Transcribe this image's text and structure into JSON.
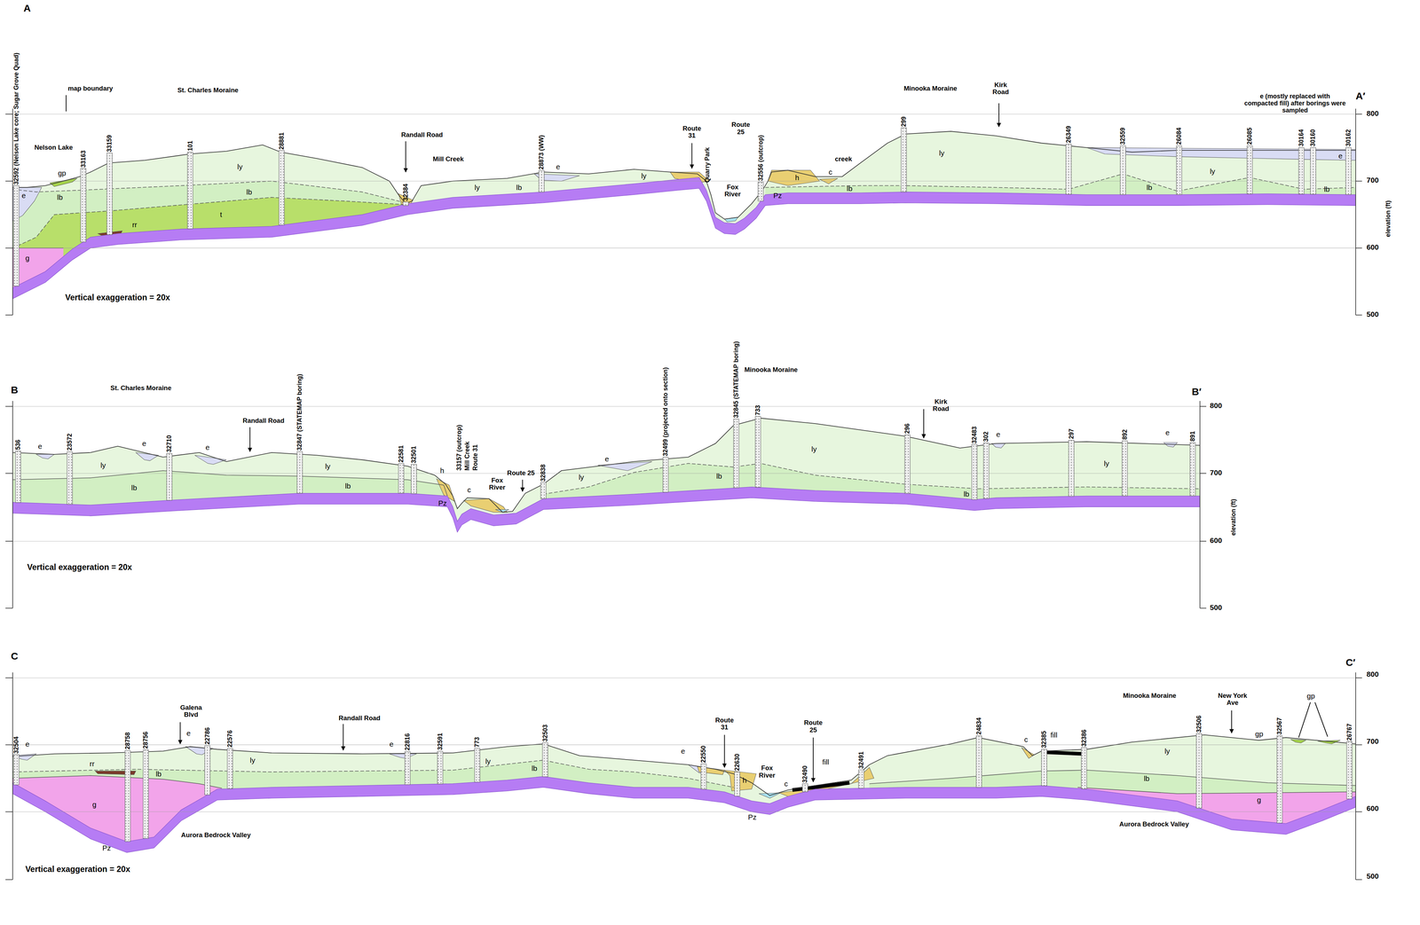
{
  "diagram": {
    "labels": [
      "A",
      "A′",
      "32592 (Nelson Lake core; Sugar Grove Quad)",
      "map boundary",
      "St. Charles Moraine",
      "Nelson Lake",
      "gp",
      "e",
      "lb",
      "33163",
      "33159",
      "101",
      "28881",
      "ly",
      "lb",
      "rr",
      "t",
      "g",
      "Vertical exaggeration = 20x",
      "Randall Road",
      "32384",
      "Mill Creek",
      "28873 (WW)",
      "ly",
      "e",
      "lb",
      "ly",
      "Route 31",
      "Quarry Park",
      "Route 25",
      "32556 (outcrop)",
      "Fox River",
      "Pz",
      "h",
      "c",
      "creek",
      "lb",
      "Minooka Moraine",
      "299",
      "ly",
      "Kirk Road",
      "26349",
      "32559",
      "26084",
      "26085",
      "e (mostly replaced with compacted fill) after borings were sampled",
      "30164",
      "30160",
      "30162",
      "ly",
      "lb",
      "lb",
      "e",
      "800",
      "700",
      "600",
      "500",
      "elevation (ft)",
      "B",
      "B′",
      "St. Charles Moraine",
      "536",
      "23572",
      "32710",
      "32847 (STATEMAP boring)",
      "22581",
      "32501",
      "33157 (outcrop)",
      "Mill Creek",
      "Route 31",
      "e",
      "e",
      "e",
      "ly",
      "lb",
      "ly",
      "lb",
      "Randall Road",
      "h",
      "Pz",
      "c",
      "Fox River",
      "Route 25",
      "32838",
      "ly",
      "e",
      "32499 (projected onto section)",
      "32845 (STATEMAP boring)",
      "733",
      "Minooka Moraine",
      "lb",
      "ly",
      "296",
      "Kirk Road",
      "32483",
      "302",
      "e",
      "297",
      "892",
      "e",
      "891",
      "ly",
      "lb",
      "Vertical exaggeration = 20x",
      "800",
      "700",
      "600",
      "500",
      "elevation (ft)",
      "C",
      "C′",
      "32504",
      "e",
      "28758",
      "28756",
      "rr",
      "lb",
      "g",
      "Galena Blvd",
      "e",
      "22786",
      "22576",
      "ly",
      "Randall Road",
      "e",
      "22816",
      "32591",
      "773",
      "ly",
      "lb",
      "32503",
      "Aurora Bedrock Valley",
      "Pz",
      "Vertical exaggeration = 20x",
      "e",
      "22550",
      "Route 31",
      "22630",
      "h",
      "Fox River",
      "Pz",
      "c",
      "Route 25",
      "32490",
      "fill",
      "32491",
      "24834",
      "c",
      "32385",
      "fill",
      "32386",
      "Minooka Moraine",
      "New York Ave",
      "32506",
      "gp",
      "32567",
      "gp",
      "26767",
      "ly",
      "lb",
      "g",
      "Aurora Bedrock Valley",
      "800",
      "700",
      "600",
      "500"
    ]
  }
}
